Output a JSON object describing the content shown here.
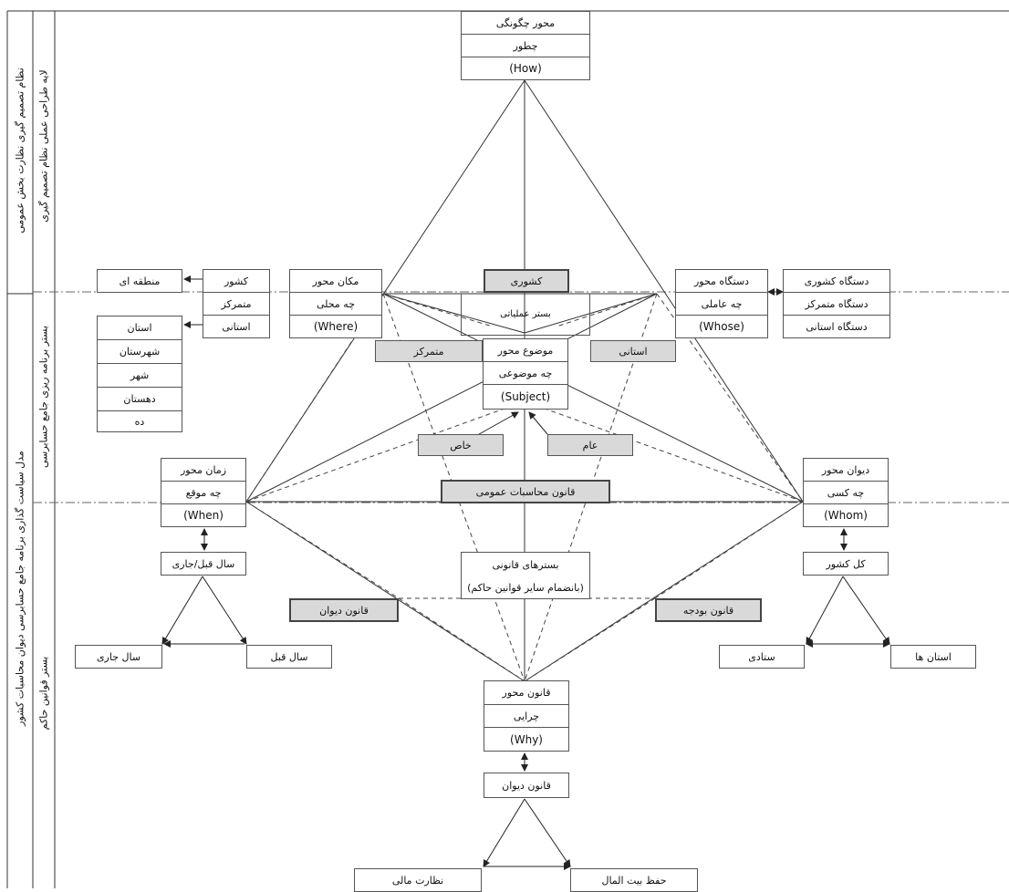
{
  "side_labels": {
    "outer_top": "نظام تصمیم گیری نظارت بخش عمومی",
    "inner_top": "لایه طراحی عملی نظام تصمیم گیری",
    "outer_bottom": "مدل سیاست گذاری برنامه جامع حسابرسی دیوان محاسبات کشور",
    "inner_mid": "بستر برنامه ریزی جامع حسابرسی",
    "inner_bottom": "بستر قوانین حاکم"
  },
  "how": {
    "line1": "محور چگونگی",
    "line2": "چطور",
    "line3": "(How)"
  },
  "where": {
    "line1": "مکان محور",
    "line2": "چه محلی",
    "line3": "(Where)"
  },
  "whose": {
    "line1": "دستگاه محور",
    "line2": "چه عاملی",
    "line3": "(Whose)"
  },
  "when": {
    "line1": "زمان محور",
    "line2": "چه موقع",
    "line3": "(When)"
  },
  "whom": {
    "line1": "دیوان محور",
    "line2": "چه کسی",
    "line3": "(Whom)"
  },
  "why": {
    "line1": "قانون محور",
    "line2": "چرایی",
    "line3": "(Why)"
  },
  "subject": {
    "line1": "موضوع محور",
    "line2": "چه موضوعی",
    "line3": "(Subject)"
  },
  "country_col": {
    "a": "کشور",
    "b": "متمرکز",
    "c": "استانی"
  },
  "regional": "منطقه ای",
  "geo_list": [
    "استان",
    "شهرستان",
    "شهر",
    "دهستان",
    "ده"
  ],
  "agencies": [
    "دستگاه کشوری",
    "دستگاه متمرکز",
    "دستگاه استانی"
  ],
  "national_tag": "کشوری",
  "ops_bed": "بستر عملیاتی",
  "centralized_tag": "متمرکز",
  "provincial_tag": "استانی",
  "special": "خاص",
  "general": "عام",
  "public_accounting_law": "قانون محاسبات عمومی",
  "legal_beds": {
    "line1": "بسترهای قانونی",
    "line2": "(بانضمام سایر قوانین حاکم)"
  },
  "court_law": "قانون دیوان",
  "budget_law": "قانون بودجه",
  "year_prev_curr": "سال قبل/جاری",
  "year_curr": "سال جاری",
  "year_prev": "سال قبل",
  "whole_country": "کل کشور",
  "headquarters": "ستادی",
  "provinces": "استان ها",
  "court_law_bottom": "قانون دیوان",
  "financial_oversight": "نظارت مالی",
  "treasury": "حفظ بیت المال"
}
